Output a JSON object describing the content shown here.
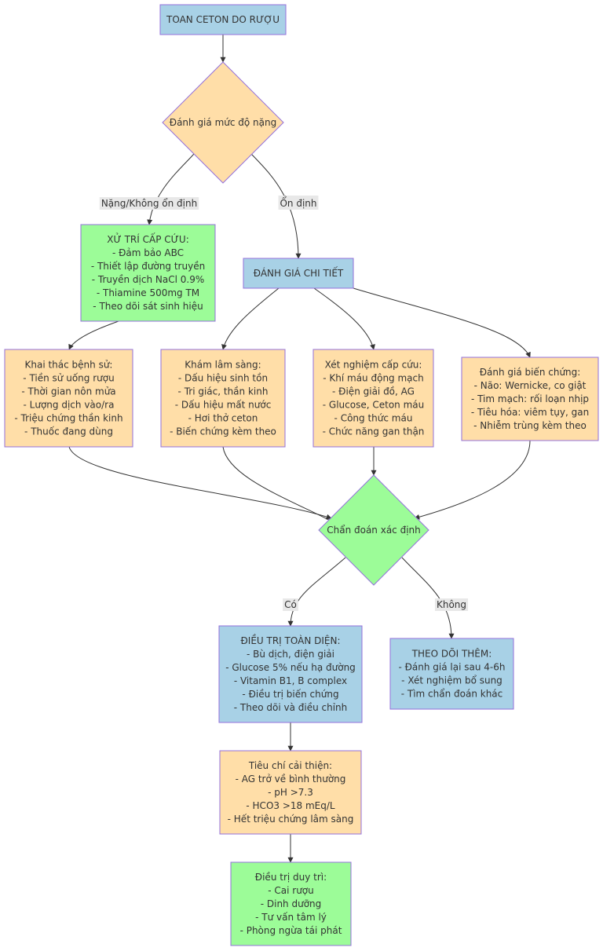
{
  "colors": {
    "blue": "#a8d1e6",
    "orange": "#ffdea8",
    "green": "#9cfc98",
    "stroke": "#9370db",
    "edge": "#333333",
    "label_bg": "#e8e8e8"
  },
  "nodes": {
    "title": {
      "lines": [
        "TOAN CETON DO RƯỢU"
      ]
    },
    "assess_severity": {
      "lines": [
        "Đánh giá mức độ nặng"
      ]
    },
    "emergency": {
      "lines": [
        "XỬ TRÍ CẤP CỨU:",
        "- Đảm bảo ABC",
        "- Thiết lập đường truyền",
        "- Truyền dịch NaCl 0.9%",
        "- Thiamine 500mg TM",
        "- Theo dõi sát sinh hiệu"
      ]
    },
    "detailed_assessment": {
      "lines": [
        "ĐÁNH GIÁ CHI TIẾT"
      ]
    },
    "history": {
      "lines": [
        "Khai thác bệnh sử:",
        "- Tiền sử uống rượu",
        "- Thời gian nôn mửa",
        "- Lượng dịch vào/ra",
        "- Triệu chứng thần kinh",
        "- Thuốc đang dùng"
      ]
    },
    "clinical_exam": {
      "lines": [
        "Khám lâm sàng:",
        "- Dấu hiệu sinh tồn",
        "- Tri giác, thần kinh",
        "- Dấu hiệu mất nước",
        "- Hơi thở ceton",
        "- Biến chứng kèm theo"
      ]
    },
    "urgent_tests": {
      "lines": [
        "Xét nghiệm cấp cứu:",
        "- Khí máu động mạch",
        "- Điện giải đồ, AG",
        "- Glucose, Ceton máu",
        "- Công thức máu",
        "- Chức năng gan thận"
      ]
    },
    "complications": {
      "lines": [
        "Đánh giá biến chứng:",
        "- Não: Wernicke, co giật",
        "- Tim mạch: rối loạn nhịp",
        "- Tiêu hóa: viêm tụy, gan",
        "- Nhiễm trùng kèm theo"
      ]
    },
    "diagnosis": {
      "lines": [
        "Chẩn đoán xác định"
      ]
    },
    "treatment": {
      "lines": [
        "ĐIỀU TRỊ TOÀN DIỆN:",
        "- Bù dịch, điện giải",
        "- Glucose 5% nếu hạ đường",
        "- Vitamin B1, B complex",
        "- Điều trị biến chứng",
        "- Theo dõi và điều chỉnh"
      ]
    },
    "follow_up": {
      "lines": [
        "THEO DÕI THÊM:",
        "- Đánh giá lại sau 4-6h",
        "- Xét nghiệm bổ sung",
        "- Tìm chẩn đoán khác"
      ]
    },
    "improvement": {
      "lines": [
        "Tiêu chí cải thiện:",
        "- AG trở về bình thường",
        "- pH >7.3",
        "- HCO3 >18 mEq/L",
        "- Hết triệu chứng lâm sàng"
      ]
    },
    "maintenance": {
      "lines": [
        "Điều trị duy trì:",
        "- Cai rượu",
        "- Dinh dưỡng",
        "- Tư vấn tâm lý",
        "- Phòng ngừa tái phát"
      ]
    }
  },
  "edge_labels": {
    "severe": "Nặng/Không ổn định",
    "stable": "Ổn định",
    "yes": "Có",
    "no": "Không"
  }
}
